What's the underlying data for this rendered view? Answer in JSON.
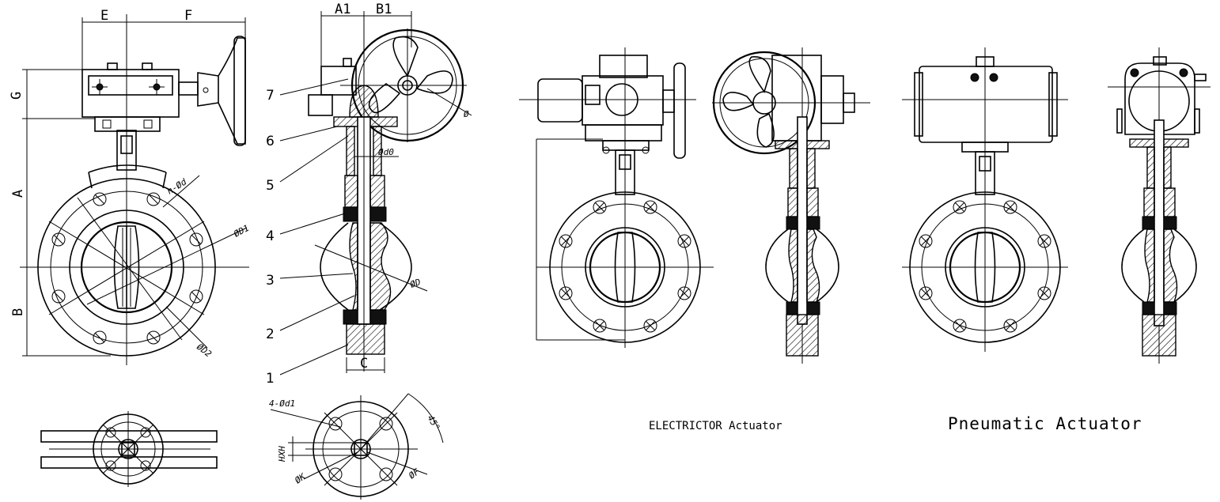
{
  "dimensions": {
    "E": "E",
    "F": "F",
    "G": "G",
    "A": "A",
    "B": "B",
    "A1": "A1",
    "B1": "B1",
    "n_phi_d": "n-Ød",
    "phi_D1": "ØD1",
    "phi_D2": "ØD2",
    "phi_D": "ØD",
    "phi_d0": "Ød0",
    "phi": "Ø",
    "C": "C",
    "four_phi_d1": "4-Ød1",
    "angle_45": "45°",
    "HXH": "HXH",
    "phi_K": "ØK",
    "phi_F": "ØF"
  },
  "callouts": [
    "1",
    "2",
    "3",
    "4",
    "5",
    "6",
    "7"
  ],
  "captions": {
    "electric": "ELECTRICTOR Actuator",
    "pneumatic": "Pneumatic Actuator"
  }
}
